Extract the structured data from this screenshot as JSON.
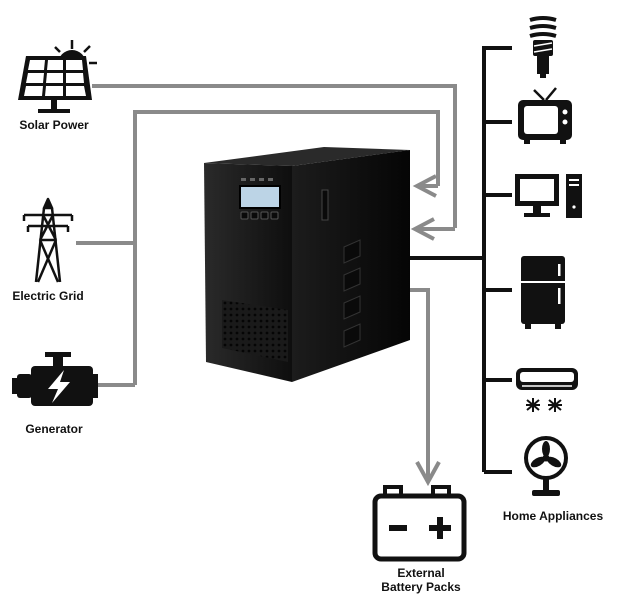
{
  "labels": {
    "solar": "Solar Power",
    "grid": "Electric Grid",
    "generator": "Generator",
    "home": "Home Appliances",
    "battery_line1": "External",
    "battery_line2": "Battery Packs"
  },
  "sources": [
    "solar-panel-icon",
    "transmission-tower-icon",
    "engine-icon"
  ],
  "appliances": [
    "light-bulb-icon",
    "television-icon",
    "desktop-computer-icon",
    "refrigerator-icon",
    "air-conditioner-icon",
    "fan-icon"
  ],
  "colors": {
    "connector_gray": "#8a8a8a",
    "bus_black": "#111111",
    "inverter_body": "#161616",
    "lcd_screen": "#bcd4e6"
  }
}
